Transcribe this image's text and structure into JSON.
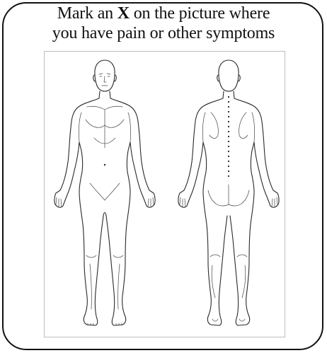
{
  "instruction": {
    "line1_before": "Mark an ",
    "line1_bold": "X",
    "line1_after": " on the picture where",
    "line2": "you have pain or other symptoms"
  },
  "diagram": {
    "views": [
      "front",
      "back"
    ]
  }
}
